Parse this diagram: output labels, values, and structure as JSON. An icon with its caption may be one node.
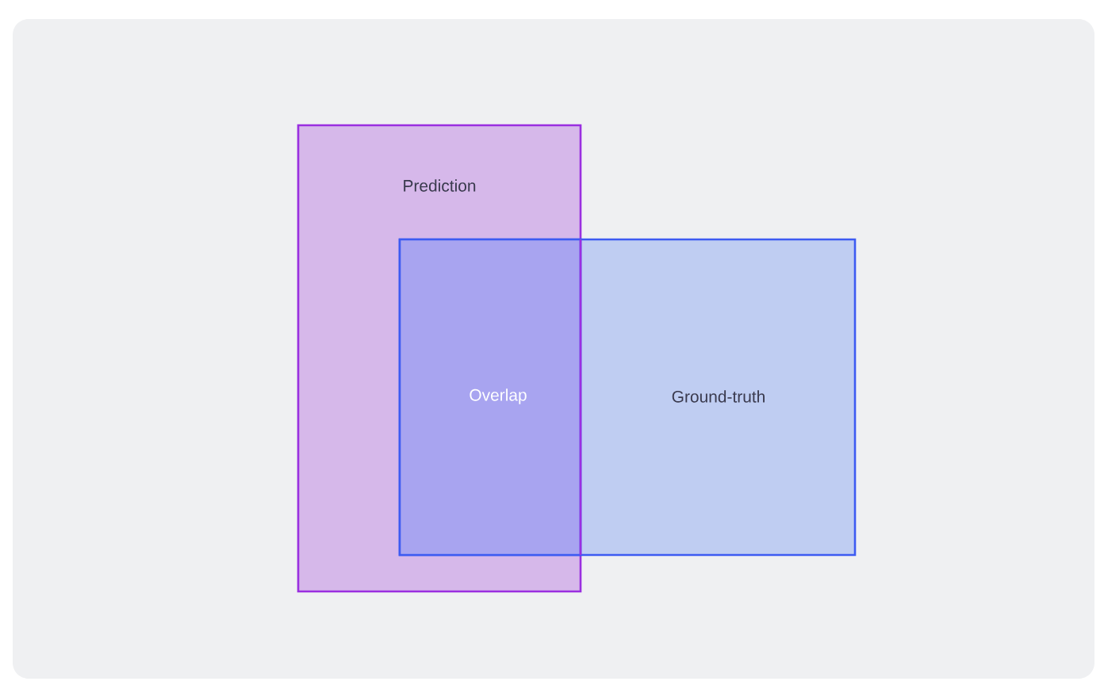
{
  "diagram": {
    "nodes": [
      {
        "text": [
          "Prediction"
        ]
      },
      {
        "text": [
          "Ground-truth"
        ]
      },
      {
        "text": [
          "Overlap"
        ]
      }
    ]
  }
}
